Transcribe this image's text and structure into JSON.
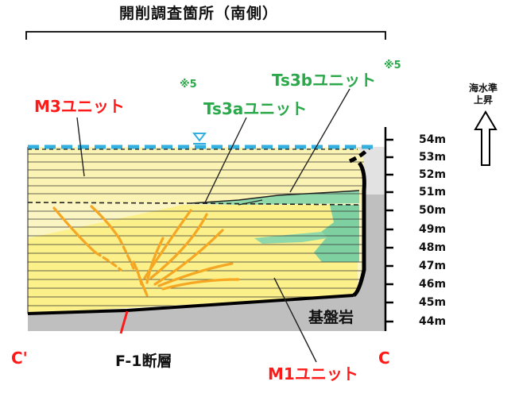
{
  "title": "開削調査箇所（南側）",
  "units": {
    "m3": "M3ユニット",
    "ts3a": "Ts3aユニット",
    "ts3b": "Ts3bユニット",
    "m1": "M1ユニット",
    "bedrock": "基盤岩",
    "fault": "F-1断層"
  },
  "notes": {
    "ts3a": "※5",
    "ts3b": "※5"
  },
  "sea_level": {
    "line1": "海水準",
    "line2": "上昇"
  },
  "section_ends": {
    "left": "C'",
    "right": "C"
  },
  "elevations": [
    "54m",
    "53m",
    "52m",
    "51m",
    "50m",
    "49m",
    "48m",
    "47m",
    "46m",
    "45m",
    "44m"
  ],
  "colors": {
    "m3": "#fbf3b4",
    "m1_light": "#fbf5c4",
    "m1_yellow": "#fbf08a",
    "ts3": "#7fd0a0",
    "bedrock": "#c0c0c0",
    "water_line": "#33b0e0",
    "fractures": "#f5a623",
    "label_red": "#ff1a1a",
    "label_green": "#2aa84a"
  },
  "icons": [
    "water-level-icon",
    "up-arrow-icon"
  ]
}
